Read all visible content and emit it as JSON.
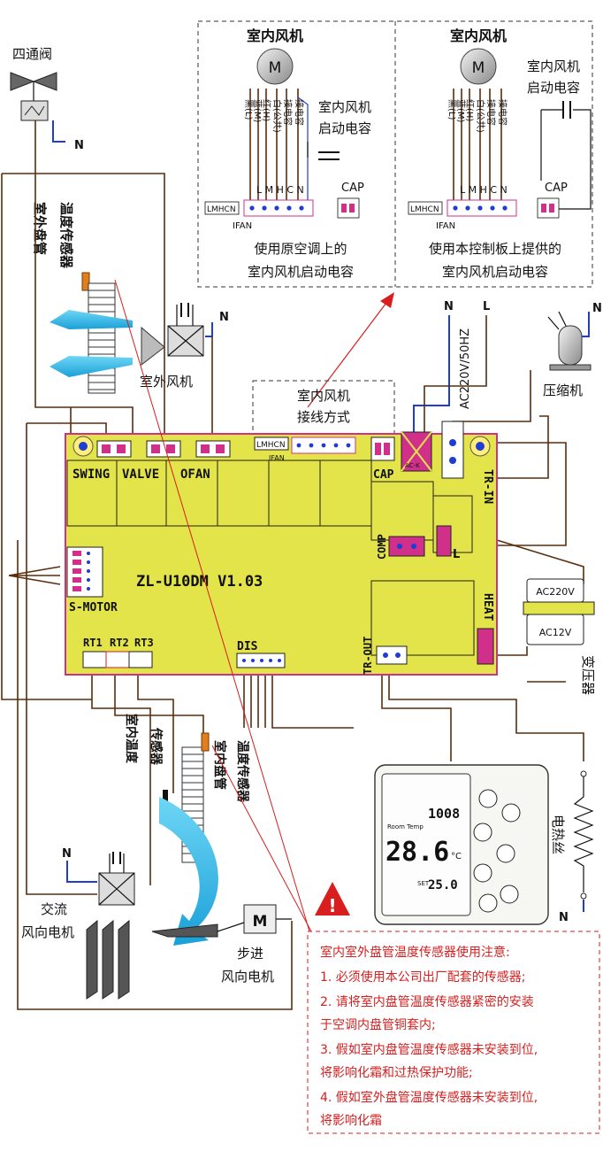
{
  "labels": {
    "four_way_valve": "四通阀",
    "n": "N",
    "l": "L",
    "outdoor_coil_sensor": "室外盘管温度传感器",
    "outdoor_fan": "室外风机",
    "indoor_fan": "室内风机",
    "indoor_fan_cap": "室内风机启动电容",
    "cap": "CAP",
    "ifan": "IFAN",
    "lmhcn": "L M H C N",
    "lmhcn_small": "LMHCN",
    "wire_labels": [
      "黑(L)",
      "蓝(M)",
      "红(H)",
      "白(公共)",
      "接电容",
      "接电容"
    ],
    "use_original": "使用原空调上的室内风机启动电容",
    "use_board": "使用本控制板上提供的室内风机启动电容",
    "wiring_method": "室内风机接线方式",
    "ac_supply": "AC220V/50HZ",
    "compressor": "压缩机",
    "board_model": "ZL-U10DM V1.03",
    "swing": "SWING",
    "valve": "VALVE",
    "ofan": "OFAN",
    "comp": "COMP",
    "tr_in": "TR-IN",
    "tr_out": "TR-OUT",
    "heat": "HEAT",
    "s_motor": "S-MOTOR",
    "rt1": "RT1",
    "rt2": "RT2",
    "rt3": "RT3",
    "dis": "DIS",
    "ac_k": "AC-K",
    "transformer": "变压器",
    "tf_ac220": "AC220V",
    "tf_ac12": "AC12V",
    "indoor_temp_sensor": "室内温度传感器",
    "indoor_coil_sensor": "室内盘管温度传感器",
    "heater": "电热丝",
    "ac_swing_motor": "交流风向电机",
    "stepper_swing_motor": "步进风向电机",
    "motor_m": "M"
  },
  "display": {
    "top_digits": "1008",
    "room_label": "Room Temp",
    "temp": "28.6",
    "unit": "°C",
    "set_label": "SET",
    "set_temp": "25.0"
  },
  "notes": {
    "title": "室内室外盘管温度传感器使用注意:",
    "items": [
      "1. 必须使用本公司出厂配套的传感器;",
      "2. 请将室内盘管温度传感器紧密的安装",
      "于空调内盘管铜套内;",
      "3. 假如室内盘管温度传感器未安装到位,",
      "将影响化霜和过热保护功能;",
      "4. 假如室外盘管温度传感器未安装到位,",
      "将影响化霜"
    ]
  },
  "colors": {
    "board": "#e3e34a",
    "board_border": "#d0308a",
    "wire": "#5a2d0c",
    "neutral_wire": "#1e3cd6",
    "note_red": "#d81e1e",
    "airflow": "#3cc4ea"
  }
}
